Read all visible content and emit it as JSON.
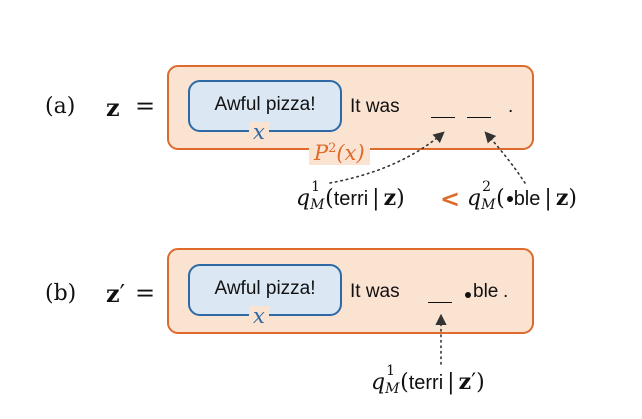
{
  "panel_a": {
    "label": "(a)",
    "var": "z",
    "equals": "=",
    "input": "Awful pizza!",
    "x_label": "x",
    "template": "It was",
    "end_punct": ".",
    "p_label_base": "P",
    "p_label_sup": "2",
    "p_label_arg": "(x)",
    "q1": {
      "q": "q",
      "sup": "1",
      "sub": "M",
      "open": "(",
      "word": "terri",
      "bar": "|",
      "cond": "z",
      "close": ")"
    },
    "less_than": "<",
    "q2": {
      "q": "q",
      "sup": "2",
      "sub": "M",
      "open": "(",
      "word": "ble",
      "bar": "|",
      "cond": "z",
      "close": ")"
    }
  },
  "panel_b": {
    "label": "(b)",
    "var": "z",
    "prime": "′",
    "equals": "=",
    "input": "Awful pizza!",
    "x_label": "x",
    "template": "It was",
    "suffix": "ble",
    "end_punct": ".",
    "q1": {
      "q": "q",
      "sup": "1",
      "sub": "M",
      "open": "(",
      "word": "terri",
      "bar": "|",
      "cond": "z",
      "prime": "′",
      "close": ")"
    }
  },
  "colors": {
    "orange": "#de6a2c",
    "orange_fill": "#fbe3d2",
    "blue": "#2c69a5",
    "blue_fill": "#dbe7f3"
  }
}
